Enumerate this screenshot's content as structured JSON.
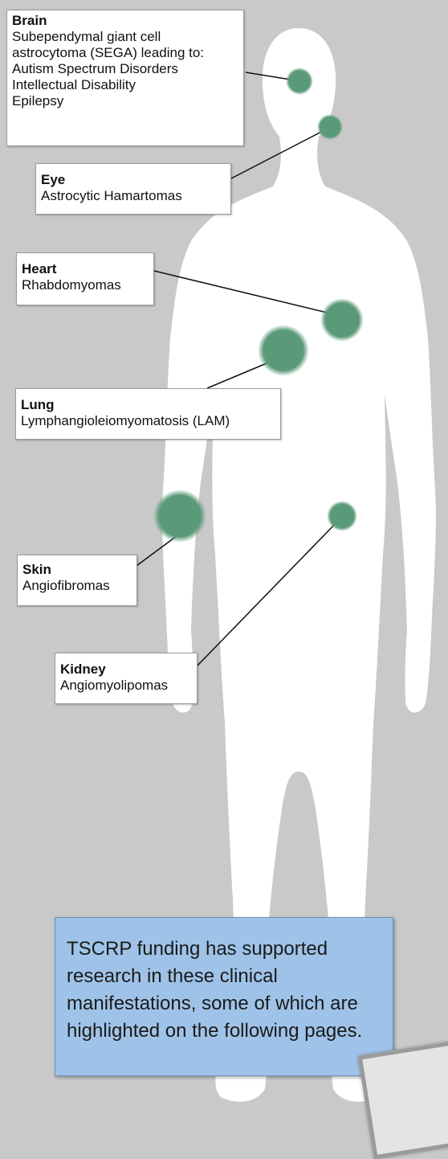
{
  "labels": {
    "brain": {
      "title": "Brain",
      "lines": [
        "Subependymal giant cell",
        "astrocytoma (SEGA) leading to:",
        "Autism Spectrum Disorders",
        "Intellectual Disability",
        "Epilepsy"
      ]
    },
    "eye": {
      "title": "Eye",
      "lines": [
        "Astrocytic Hamartomas"
      ]
    },
    "heart": {
      "title": "Heart",
      "lines": [
        "Rhabdomyomas"
      ]
    },
    "lung": {
      "title": "Lung",
      "lines": [
        "Lymphangioleiomyomatosis (LAM)"
      ]
    },
    "skin": {
      "title": "Skin",
      "lines": [
        "Angiofibromas"
      ]
    },
    "kidney": {
      "title": "Kidney",
      "lines": [
        "Angiomyolipomas"
      ]
    }
  },
  "note": {
    "text": "TSCRP funding has supported research in these clinical manifestations, some of which are highlighted on the following pages."
  },
  "colors": {
    "background": "#c9c9c9",
    "silhouette": "#ffffff",
    "marker": "#5a9a78",
    "note_fill": "#9fc3e8"
  }
}
